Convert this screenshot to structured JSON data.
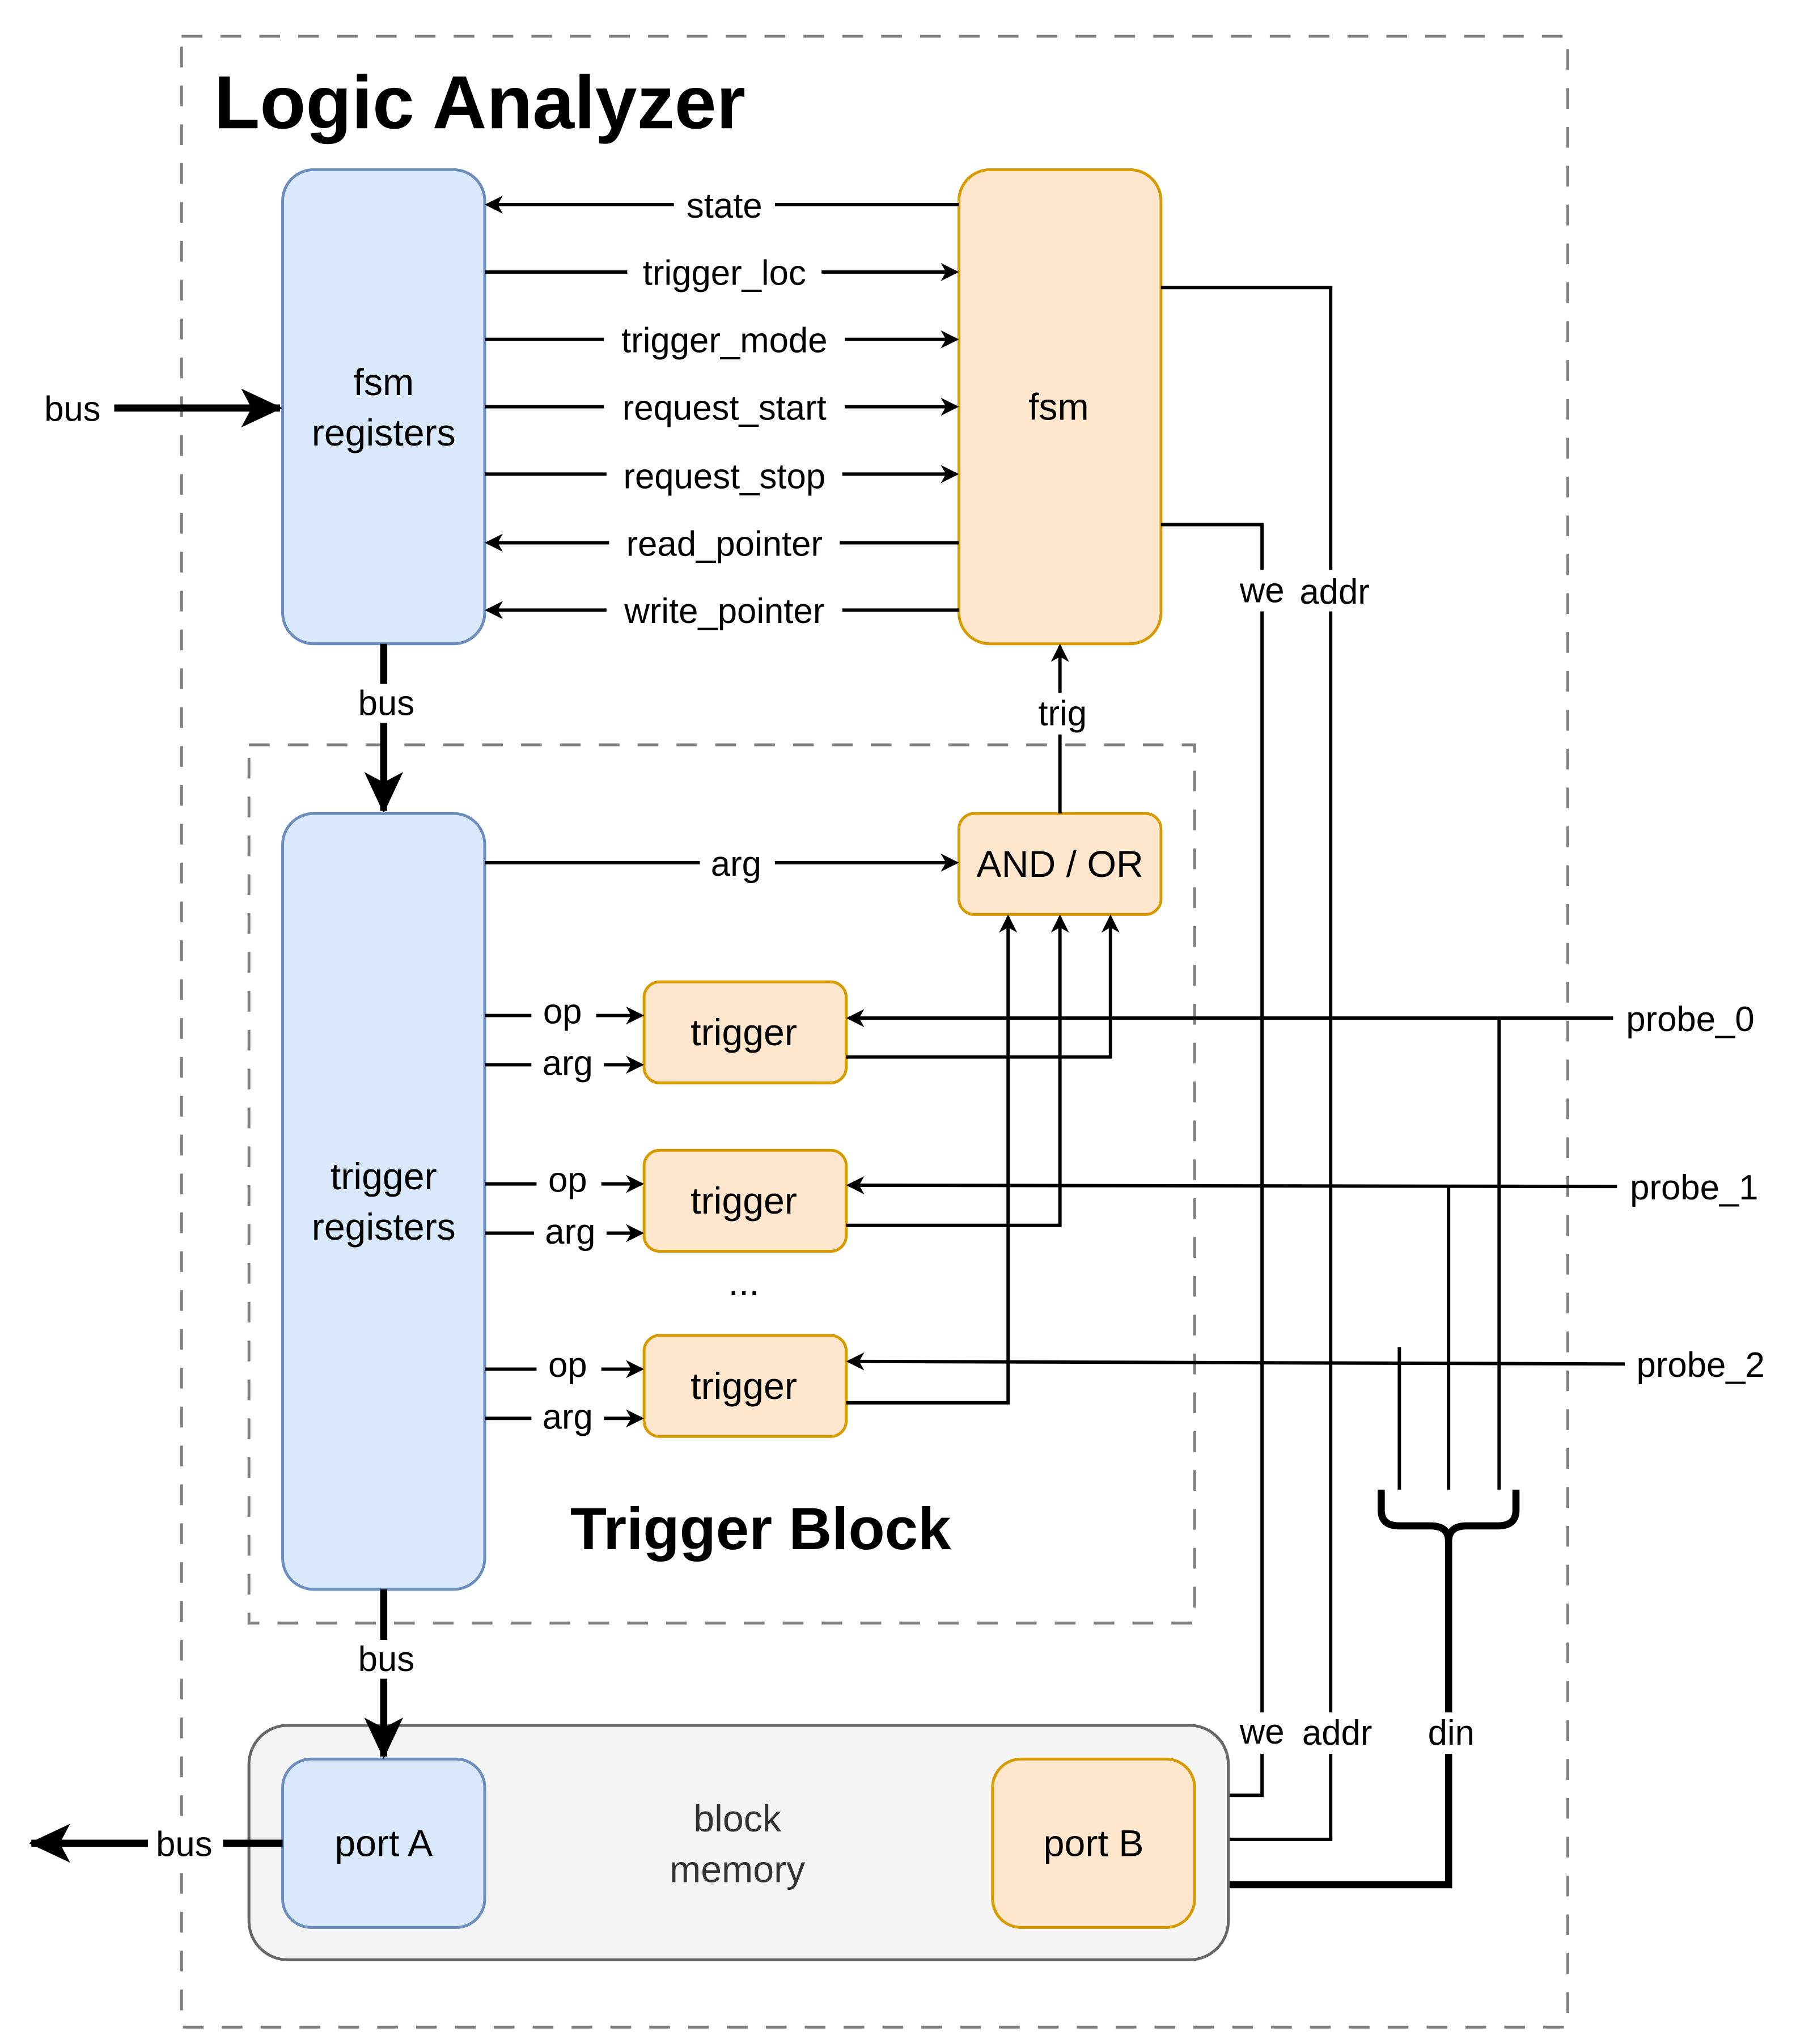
{
  "diagram": {
    "title": "Logic Analyzer",
    "trigger_block_title": "Trigger Block",
    "colors": {
      "register_fill": "#dae8fc",
      "register_stroke": "#6c8ebf",
      "logic_fill": "#ffe6cc",
      "logic_stroke": "#d79b00",
      "memory_fill": "#f5f5f5",
      "memory_stroke": "#666666",
      "boundary_dash": "#808080"
    },
    "blocks": {
      "fsm_registers": "fsm\nregisters",
      "fsm_registers_line1": "fsm",
      "fsm_registers_line2": "registers",
      "fsm": "fsm",
      "trigger_registers_line1": "trigger",
      "trigger_registers_line2": "registers",
      "and_or": "AND / OR",
      "triggers": [
        "trigger",
        "trigger",
        "trigger"
      ],
      "ellipsis": "...",
      "block_memory_line1": "block",
      "block_memory_line2": "memory",
      "port_a": "port A",
      "port_b": "port B"
    },
    "fsm_signals": [
      {
        "label": "state",
        "direction": "fsm-to-registers"
      },
      {
        "label": "trigger_loc",
        "direction": "registers-to-fsm"
      },
      {
        "label": "trigger_mode",
        "direction": "registers-to-fsm"
      },
      {
        "label": "request_start",
        "direction": "registers-to-fsm"
      },
      {
        "label": "request_stop",
        "direction": "registers-to-fsm"
      },
      {
        "label": "read_pointer",
        "direction": "fsm-to-registers"
      },
      {
        "label": "write_pointer",
        "direction": "fsm-to-registers"
      }
    ],
    "bus_labels": {
      "input": "bus",
      "fsm_to_trigger": "bus",
      "trigger_to_memory": "bus",
      "output": "bus"
    },
    "and_or_arg": "arg",
    "trig_label": "trig",
    "trigger_inputs": [
      {
        "op": "op",
        "arg": "arg"
      },
      {
        "op": "op",
        "arg": "arg"
      },
      {
        "op": "op",
        "arg": "arg"
      }
    ],
    "probes": [
      "probe_0",
      "probe_1",
      "probe_2"
    ],
    "memory_signals": {
      "we_top": "we",
      "addr_top": "addr",
      "we": "we",
      "addr": "addr",
      "din": "din"
    }
  }
}
